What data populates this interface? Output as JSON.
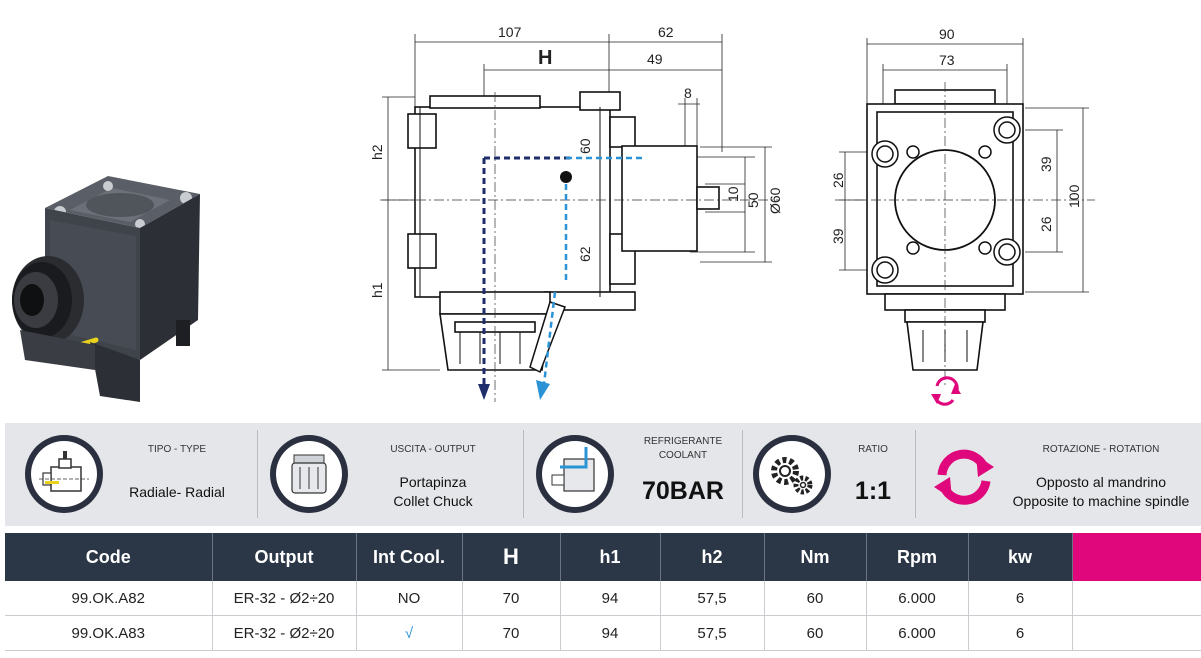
{
  "drawing": {
    "side_view": {
      "dim_107": "107",
      "dim_62_top": "62",
      "dim_H": "H",
      "dim_49": "49",
      "dim_8": "8",
      "dim_60": "60",
      "dim_62_side": "62",
      "dim_10": "10",
      "dim_50": "50",
      "dim_d60": "Ø60",
      "dim_h2": "h2",
      "dim_h1": "h1"
    },
    "front_view": {
      "dim_90": "90",
      "dim_73": "73",
      "dim_26_left": "26",
      "dim_39_left": "39",
      "dim_39_right": "39",
      "dim_26_right": "26",
      "dim_100": "100"
    }
  },
  "info": {
    "type": {
      "caption": "TIPO - TYPE",
      "value": "Radiale- Radial",
      "icon": "radial-type-icon"
    },
    "output": {
      "caption": "USCITA - OUTPUT",
      "value_line1": "Portapinza",
      "value_line2": "Collet Chuck",
      "icon": "collet-chuck-icon"
    },
    "coolant": {
      "caption_line1": "REFRIGERANTE",
      "caption_line2": "COOLANT",
      "value": "70BAR",
      "icon": "coolant-icon"
    },
    "ratio": {
      "caption": "RATIO",
      "value": "1:1",
      "icon": "gears-icon"
    },
    "rotation": {
      "caption": "ROTAZIONE - ROTATION",
      "value_line1": "Opposto al mandrino",
      "value_line2": "Opposite to machine spindle",
      "icon": "rotation-icon"
    }
  },
  "table": {
    "headers": [
      "Code",
      "Output",
      "Int Cool.",
      "H",
      "h1",
      "h2",
      "Nm",
      "Rpm",
      "kw",
      ""
    ],
    "rows": [
      [
        "99.OK.A82",
        "ER-32 - Ø2÷20",
        "NO",
        "70",
        "94",
        "57,5",
        "60",
        "6.000",
        "6",
        ""
      ],
      [
        "99.OK.A83",
        "ER-32 - Ø2÷20",
        "√",
        "70",
        "94",
        "57,5",
        "60",
        "6.000",
        "6",
        ""
      ]
    ]
  },
  "colors": {
    "header_bg": "#2b3646",
    "accent_pink": "#e0077c",
    "coolant_blue": "#2a93d6",
    "spindle_navy": "#1f2d6b",
    "strip_bg": "#e4e6e9"
  }
}
